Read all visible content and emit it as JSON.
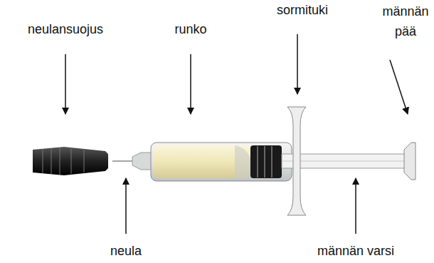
{
  "diagram": {
    "labels": [
      "neulansuojus",
      "runko",
      "sormituki",
      "männän pää",
      "neula",
      "männän varsi"
    ]
  }
}
